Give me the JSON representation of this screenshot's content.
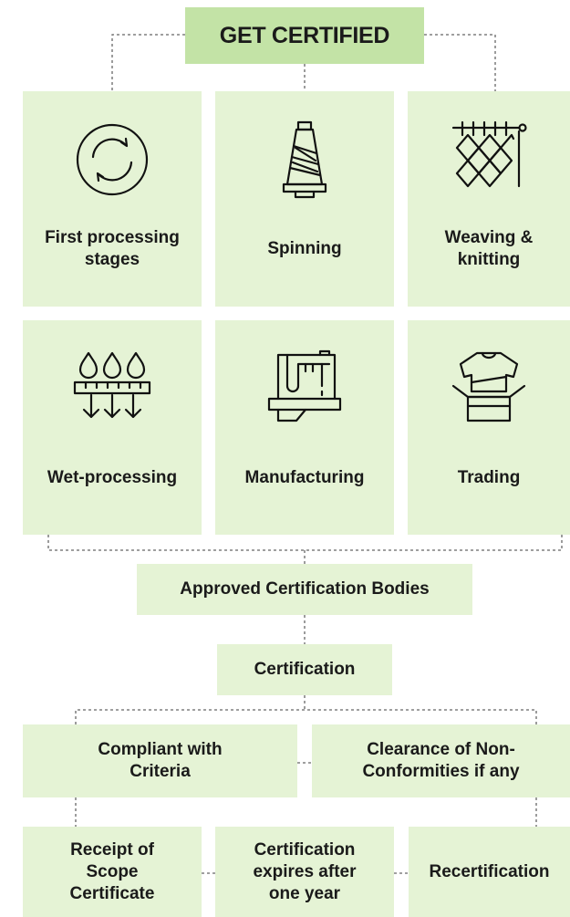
{
  "header": {
    "title": "GET CERTIFIED"
  },
  "stages": [
    {
      "label": "First processing stages",
      "icon": "cycle-arrows-icon"
    },
    {
      "label": "Spinning",
      "icon": "yarn-cone-icon"
    },
    {
      "label": "Weaving & knitting",
      "icon": "knitting-net-icon"
    },
    {
      "label": "Wet-processing",
      "icon": "water-drops-icon"
    },
    {
      "label": "Manufacturing",
      "icon": "sewing-machine-icon"
    },
    {
      "label": "Trading",
      "icon": "tshirt-box-icon"
    }
  ],
  "flow": {
    "bodies": "Approved Certification Bodies",
    "certification": "Certification",
    "compliant": "Compliant with Criteria",
    "clearance": "Clearance of Non-Conformities if any",
    "receipt": "Receipt of Scope Certificate",
    "expires": "Certification expires after one year",
    "recertification": "Recertification"
  },
  "colors": {
    "light_green": "#e5f3d5",
    "header_green": "#c3e3a6",
    "text": "#1a1a1a",
    "connector": "#666666"
  }
}
